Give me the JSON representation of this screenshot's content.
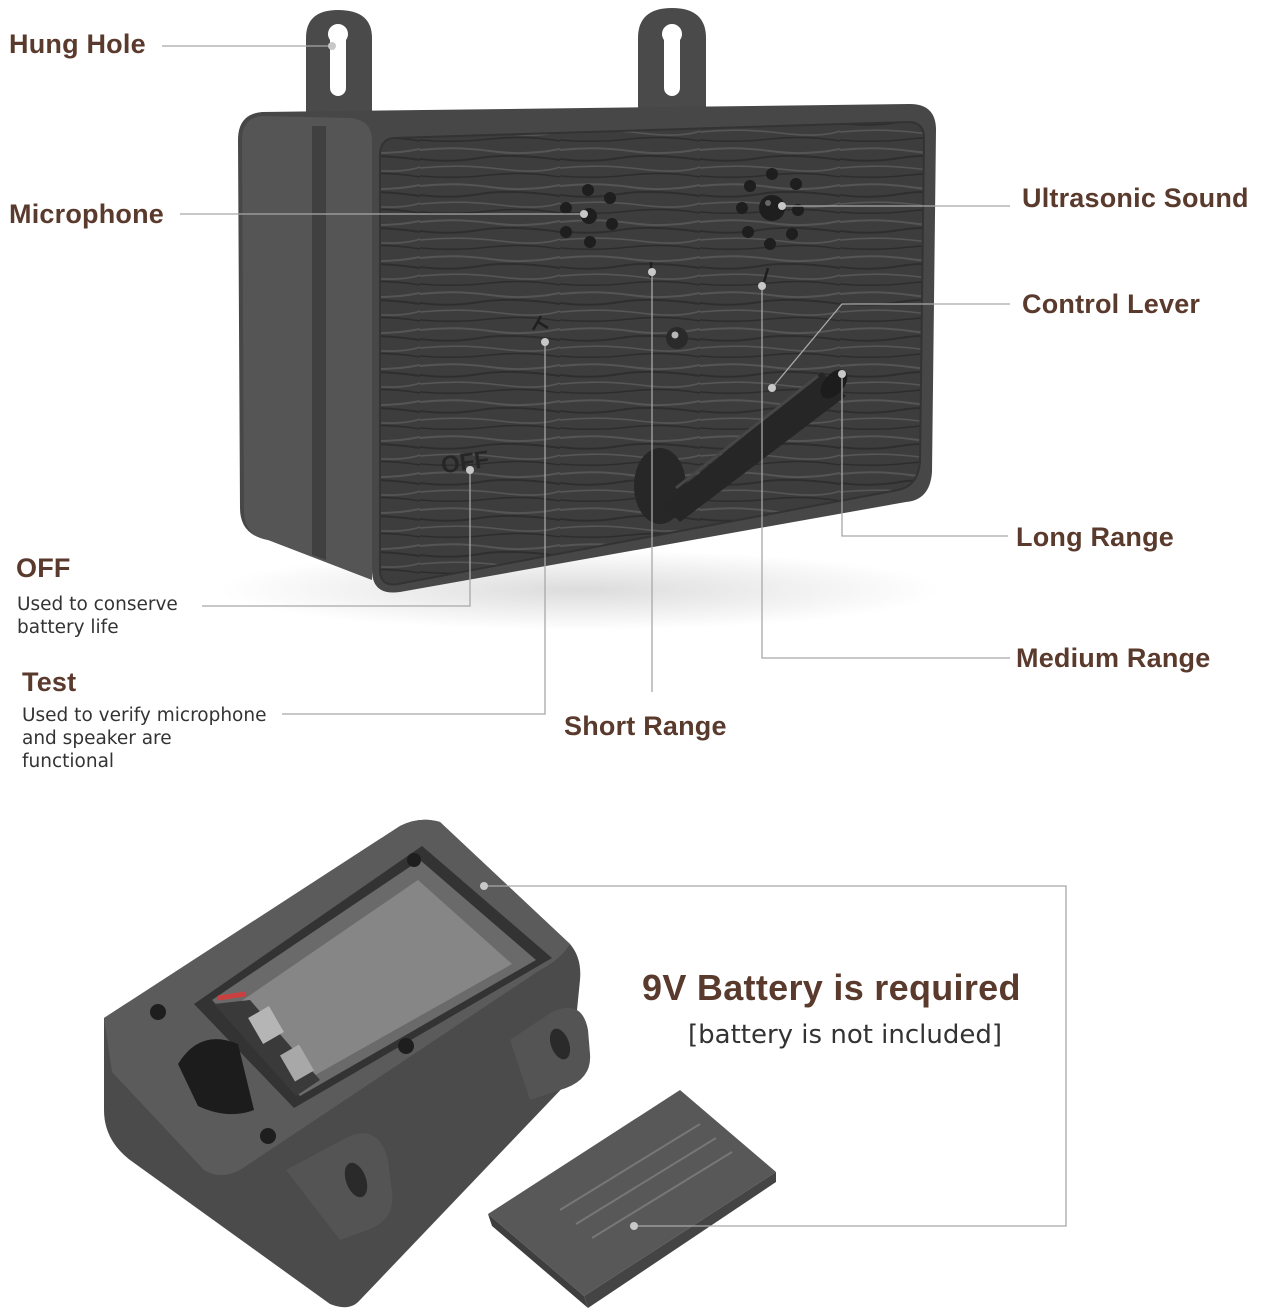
{
  "colors": {
    "label_text": "#5a3a2c",
    "desc_text": "#333333",
    "leader_line": "#a8a8a8",
    "device_body": "#4a4a4a",
    "device_face": "#3c3c3c"
  },
  "labels": {
    "hung_hole": "Hung Hole",
    "microphone": "Microphone",
    "ultrasonic_sound": "Ultrasonic Sound",
    "control_lever": "Control Lever",
    "long_range": "Long Range",
    "off": "OFF",
    "off_desc": "Used to conserve\nbattery life",
    "medium_range": "Medium Range",
    "test": "Test",
    "test_desc": "Used to verify microphone\nand speaker are\nfunctional",
    "short_range": "Short Range"
  },
  "device": {
    "switch_off_mark": "OFF"
  },
  "battery": {
    "title": "9V Battery is required",
    "subtitle": "[battery is not included]"
  }
}
